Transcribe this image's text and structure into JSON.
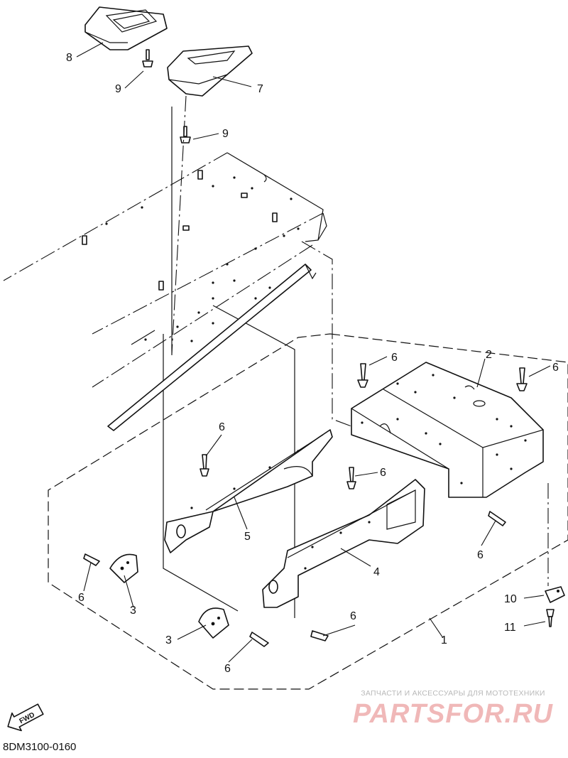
{
  "diagram": {
    "code": "8DM3100-0160",
    "fwd_label": "FWD",
    "callouts": {
      "c1": "1",
      "c2": "2",
      "c3a": "3",
      "c3b": "3",
      "c4": "4",
      "c5": "5",
      "c6a": "6",
      "c6b": "6",
      "c6c": "6",
      "c6d": "6",
      "c6e": "6",
      "c6f": "6",
      "c6g": "6",
      "c6h": "6",
      "c7": "7",
      "c8": "8",
      "c9a": "9",
      "c9b": "9",
      "c10": "10",
      "c11": "11"
    }
  },
  "watermark": {
    "tagline": "ЗАПЧАСТИ И АКСЕССУАРЫ ДЛЯ МОТОТЕХНИКИ",
    "brand": "PARTSFOR.RU"
  },
  "colors": {
    "line": "#111111",
    "background": "#ffffff",
    "watermark": "#f0b8b8"
  }
}
